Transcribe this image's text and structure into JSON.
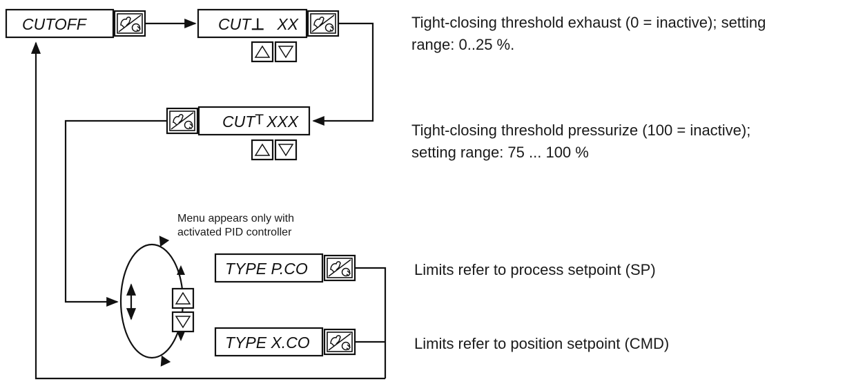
{
  "displays": {
    "cutoff": "CUTOFF",
    "cut_exhaust_prefix": "CUT",
    "cut_exhaust_symbol": "⊥",
    "cut_exhaust_value": "XX",
    "cut_pressurize_prefix": "CUT",
    "cut_pressurize_symbol": "T",
    "cut_pressurize_value": "XXX",
    "type_pco": "TYPE P.CO",
    "type_xco": "TYPE X.CO"
  },
  "notes": {
    "exhaust_line1": "Tight-closing threshold exhaust (0 = inactive); setting",
    "exhaust_line2": "range: 0..25 %.",
    "pressurize_line1": "Tight-closing threshold pressurize (100 = inactive);",
    "pressurize_line2": "setting range: 75 ... 100 %",
    "menu_line1": "Menu appears only with",
    "menu_line2": "activated PID controller",
    "pco_note": "Limits refer to process setpoint (SP)",
    "xco_note": "Limits refer to position setpoint (CMD)"
  },
  "icons": {
    "confirm_key": "hand-press-key-icon",
    "up_key": "up-triangle-icon",
    "down_key": "down-triangle-icon"
  }
}
